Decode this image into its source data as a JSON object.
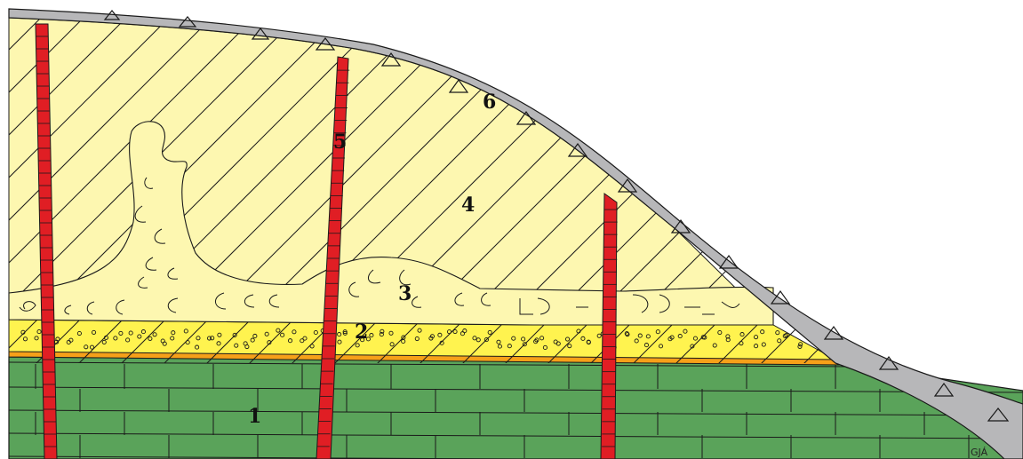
{
  "diagram": {
    "unit_labels": [
      {
        "id": "1",
        "text": "1"
      },
      {
        "id": "2",
        "text": "2"
      },
      {
        "id": "3",
        "text": "3"
      },
      {
        "id": "4",
        "text": "4"
      },
      {
        "id": "5",
        "text": "5"
      },
      {
        "id": "6",
        "text": "6"
      }
    ],
    "signature": "GJÁ"
  },
  "colors": {
    "bedrock_green": "#5aa35a",
    "orange_band": "#f6a019",
    "sand_yellow": "#fff34f",
    "pale_yellow": "#fdf7b0",
    "dike_red": "#e01e24",
    "cover_gray": "#b7b7b9",
    "outline": "#1a1a1a"
  }
}
